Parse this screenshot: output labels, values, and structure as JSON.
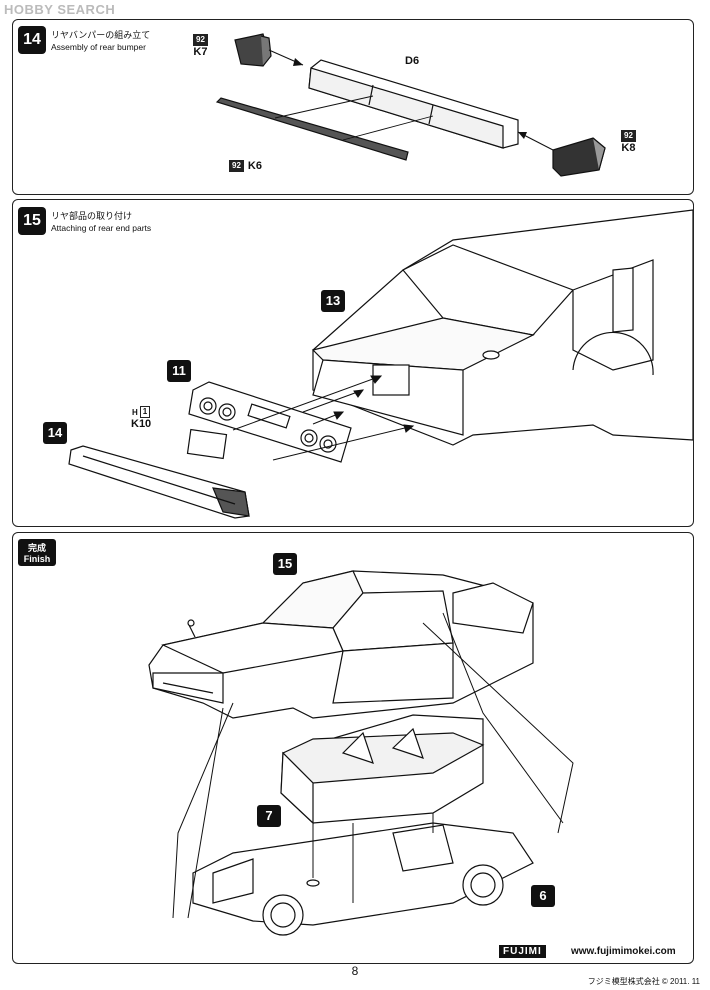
{
  "watermark": "HOBBY SEARCH",
  "step14": {
    "number": "14",
    "title_jp": "リヤバンパーの組み立て",
    "title_en": "Assembly of rear bumper",
    "parts": [
      {
        "runner": "92",
        "code": "K7"
      },
      {
        "code": "D6"
      },
      {
        "runner": "92",
        "code": "K6"
      },
      {
        "runner": "92",
        "code": "K8"
      }
    ]
  },
  "step15": {
    "number": "15",
    "title_jp": "リヤ部品の取り付け",
    "title_en": "Attaching of rear end parts",
    "callouts": [
      "13",
      "11",
      "14"
    ],
    "parts": [
      {
        "runner": "H",
        "box": "1",
        "code": "K10"
      }
    ]
  },
  "finish": {
    "title_jp": "完成",
    "title_en": "Finish",
    "callouts": [
      "15",
      "7",
      "6"
    ]
  },
  "footer": {
    "brand": "FUJIMI",
    "url": "www.fujimimokei.com",
    "page_number": "8",
    "copyright": "フジミ模型株式会社 © 2011. 11"
  }
}
